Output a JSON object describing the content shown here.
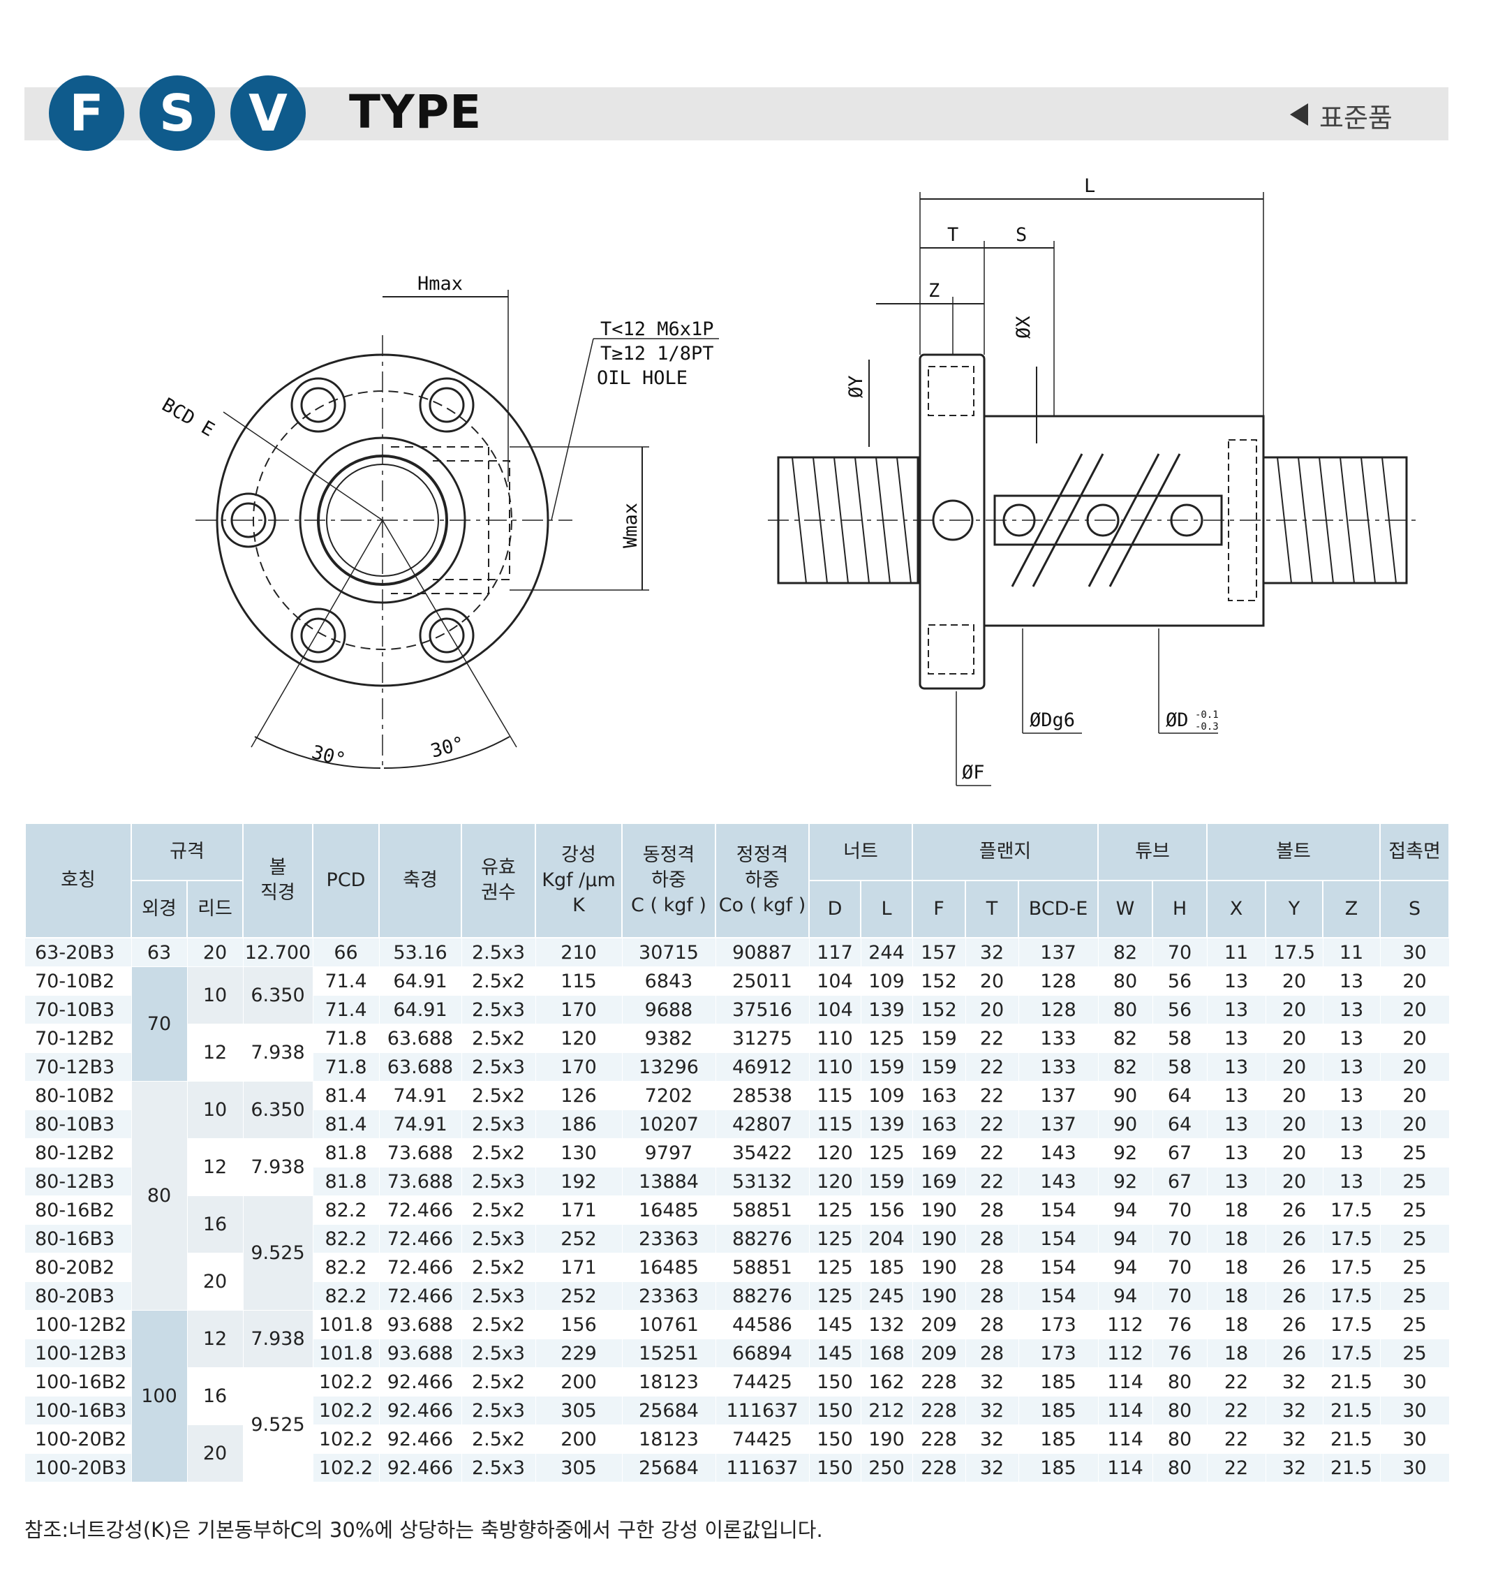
{
  "header": {
    "badges": [
      "F",
      "S",
      "V"
    ],
    "title": "TYPE",
    "standard_label": "표준품"
  },
  "drawing": {
    "left_labels": {
      "hmax": "Hmax",
      "bcd": "BCD E",
      "wmax": "Wmax",
      "oil1": "T<12  M6x1P",
      "oil2": "T≥12  1/8PT",
      "oil3": "OIL HOLE",
      "angle1": "30°",
      "angle2": "30°"
    },
    "right_labels": {
      "L": "L",
      "T": "T",
      "S": "S",
      "Z": "Z",
      "X": "ØX",
      "Y": "ØY",
      "Dg6": "ØDg6",
      "D": "ØD",
      "D_tol_upper": "-0.1",
      "D_tol_lower": "-0.3",
      "F": "ØF"
    }
  },
  "table": {
    "headers": {
      "model": "호칭",
      "spec": "규격",
      "od": "외경",
      "lead": "리드",
      "ball1": "볼",
      "ball2": "직경",
      "pcd": "PCD",
      "shaft": "축경",
      "turns1": "유효",
      "turns2": "권수",
      "stiff1": "강성",
      "stiff2": "Kgf /μm",
      "stiff3": "K",
      "dyn1": "동정격",
      "dyn2": "하중",
      "dyn3": "C ( kgf )",
      "stat1": "정정격",
      "stat2": "하중",
      "stat3": "Co ( kgf )",
      "nut": "너트",
      "nut_d": "D",
      "nut_l": "L",
      "flange": "플랜지",
      "fl_f": "F",
      "fl_t": "T",
      "fl_bcd": "BCD-E",
      "tube": "튜브",
      "tube_w": "W",
      "tube_h": "H",
      "bolt": "볼트",
      "bolt_x": "X",
      "bolt_y": "Y",
      "bolt_z": "Z",
      "contact": "접촉면",
      "contact_s": "S"
    },
    "rows": [
      [
        "63-20B3",
        "63",
        "20",
        "12.700",
        "66",
        "53.16",
        "2.5x3",
        "210",
        "30715",
        "90887",
        "117",
        "244",
        "157",
        "32",
        "137",
        "82",
        "70",
        "11",
        "17.5",
        "11",
        "30"
      ],
      [
        "70-10B2",
        "70",
        "10",
        "6.350",
        "71.4",
        "64.91",
        "2.5x2",
        "115",
        "6843",
        "25011",
        "104",
        "109",
        "152",
        "20",
        "128",
        "80",
        "56",
        "13",
        "20",
        "13",
        "20"
      ],
      [
        "70-10B3",
        "",
        "",
        "",
        "71.4",
        "64.91",
        "2.5x3",
        "170",
        "9688",
        "37516",
        "104",
        "139",
        "152",
        "20",
        "128",
        "80",
        "56",
        "13",
        "20",
        "13",
        "20"
      ],
      [
        "70-12B2",
        "",
        "12",
        "7.938",
        "71.8",
        "63.688",
        "2.5x2",
        "120",
        "9382",
        "31275",
        "110",
        "125",
        "159",
        "22",
        "133",
        "82",
        "58",
        "13",
        "20",
        "13",
        "20"
      ],
      [
        "70-12B3",
        "",
        "",
        "",
        "71.8",
        "63.688",
        "2.5x3",
        "170",
        "13296",
        "46912",
        "110",
        "159",
        "159",
        "22",
        "133",
        "82",
        "58",
        "13",
        "20",
        "13",
        "20"
      ],
      [
        "80-10B2",
        "80",
        "10",
        "6.350",
        "81.4",
        "74.91",
        "2.5x2",
        "126",
        "7202",
        "28538",
        "115",
        "109",
        "163",
        "22",
        "137",
        "90",
        "64",
        "13",
        "20",
        "13",
        "20"
      ],
      [
        "80-10B3",
        "",
        "",
        "",
        "81.4",
        "74.91",
        "2.5x3",
        "186",
        "10207",
        "42807",
        "115",
        "139",
        "163",
        "22",
        "137",
        "90",
        "64",
        "13",
        "20",
        "13",
        "20"
      ],
      [
        "80-12B2",
        "",
        "12",
        "7.938",
        "81.8",
        "73.688",
        "2.5x2",
        "130",
        "9797",
        "35422",
        "120",
        "125",
        "169",
        "22",
        "143",
        "92",
        "67",
        "13",
        "20",
        "13",
        "25"
      ],
      [
        "80-12B3",
        "",
        "",
        "",
        "81.8",
        "73.688",
        "2.5x3",
        "192",
        "13884",
        "53132",
        "120",
        "159",
        "169",
        "22",
        "143",
        "92",
        "67",
        "13",
        "20",
        "13",
        "25"
      ],
      [
        "80-16B2",
        "",
        "16",
        "9.525",
        "82.2",
        "72.466",
        "2.5x2",
        "171",
        "16485",
        "58851",
        "125",
        "156",
        "190",
        "28",
        "154",
        "94",
        "70",
        "18",
        "26",
        "17.5",
        "25"
      ],
      [
        "80-16B3",
        "",
        "",
        "",
        "82.2",
        "72.466",
        "2.5x3",
        "252",
        "23363",
        "88276",
        "125",
        "204",
        "190",
        "28",
        "154",
        "94",
        "70",
        "18",
        "26",
        "17.5",
        "25"
      ],
      [
        "80-20B2",
        "",
        "20",
        "",
        "82.2",
        "72.466",
        "2.5x2",
        "171",
        "16485",
        "58851",
        "125",
        "185",
        "190",
        "28",
        "154",
        "94",
        "70",
        "18",
        "26",
        "17.5",
        "25"
      ],
      [
        "80-20B3",
        "",
        "",
        "",
        "82.2",
        "72.466",
        "2.5x3",
        "252",
        "23363",
        "88276",
        "125",
        "245",
        "190",
        "28",
        "154",
        "94",
        "70",
        "18",
        "26",
        "17.5",
        "25"
      ],
      [
        "100-12B2",
        "100",
        "12",
        "7.938",
        "101.8",
        "93.688",
        "2.5x2",
        "156",
        "10761",
        "44586",
        "145",
        "132",
        "209",
        "28",
        "173",
        "112",
        "76",
        "18",
        "26",
        "17.5",
        "25"
      ],
      [
        "100-12B3",
        "",
        "",
        "",
        "101.8",
        "93.688",
        "2.5x3",
        "229",
        "15251",
        "66894",
        "145",
        "168",
        "209",
        "28",
        "173",
        "112",
        "76",
        "18",
        "26",
        "17.5",
        "25"
      ],
      [
        "100-16B2",
        "",
        "16",
        "9.525",
        "102.2",
        "92.466",
        "2.5x2",
        "200",
        "18123",
        "74425",
        "150",
        "162",
        "228",
        "32",
        "185",
        "114",
        "80",
        "22",
        "32",
        "21.5",
        "30"
      ],
      [
        "100-16B3",
        "",
        "",
        "",
        "102.2",
        "92.466",
        "2.5x3",
        "305",
        "25684",
        "111637",
        "150",
        "212",
        "228",
        "32",
        "185",
        "114",
        "80",
        "22",
        "32",
        "21.5",
        "30"
      ],
      [
        "100-20B2",
        "",
        "20",
        "",
        "102.2",
        "92.466",
        "2.5x2",
        "200",
        "18123",
        "74425",
        "150",
        "190",
        "228",
        "32",
        "185",
        "114",
        "80",
        "22",
        "32",
        "21.5",
        "30"
      ],
      [
        "100-20B3",
        "",
        "",
        "",
        "102.2",
        "92.466",
        "2.5x3",
        "305",
        "25684",
        "111637",
        "150",
        "250",
        "228",
        "32",
        "185",
        "114",
        "80",
        "22",
        "32",
        "21.5",
        "30"
      ]
    ]
  },
  "footnote": "참조:너트강성(K)은 기본동부하C의 30%에 상당하는 축방향하중에서 구한 강성 이론값입니다.",
  "colors": {
    "badge": "#0f5b8c",
    "header_cell": "#c9dbe6",
    "row_alt": "#eef5f9"
  }
}
